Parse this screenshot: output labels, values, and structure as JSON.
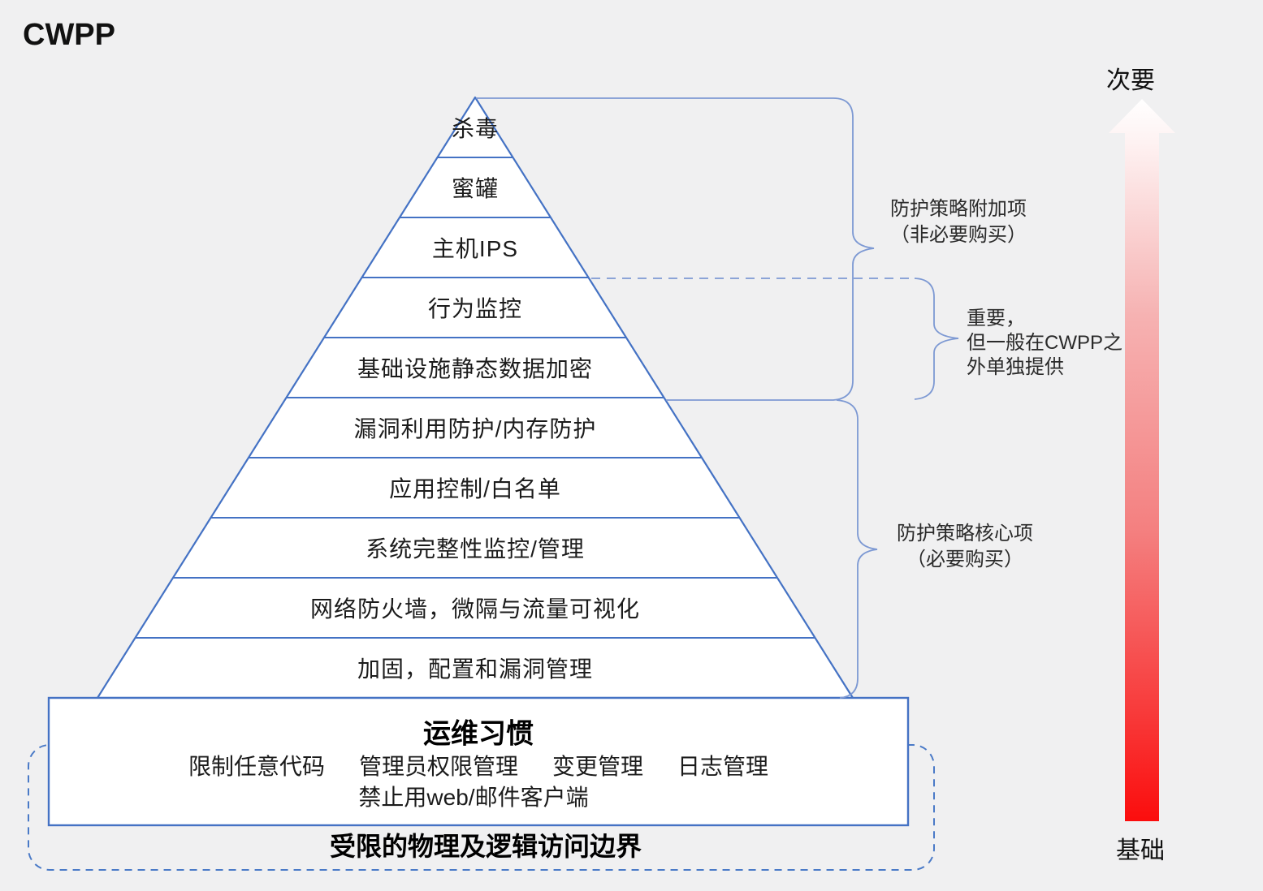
{
  "title": "CWPP",
  "pyramid": {
    "levels": [
      "杀毒",
      "蜜罐",
      "主机IPS",
      "行为监控",
      "基础设施静态数据加密",
      "漏洞利用防护/内存防护",
      "应用控制/白名单",
      "系统完整性监控/管理",
      "网络防火墙，微隔与流量可视化",
      "加固，配置和漏洞管理"
    ]
  },
  "base_box": {
    "title": "运维习惯",
    "items": [
      "限制任意代码",
      "管理员权限管理",
      "变更管理",
      "日志管理"
    ],
    "second_line": "禁止用web/邮件客户端"
  },
  "boundary": {
    "label": "受限的物理及逻辑访问边界"
  },
  "annotations": {
    "addon": {
      "line1": "防护策略附加项",
      "line2": "（非必要购买）"
    },
    "external": {
      "line1": "重要，",
      "line2": "但一般在CWPP之",
      "line3": "外单独提供"
    },
    "core": {
      "line1": "防护策略核心项",
      "line2": "（必要购买）"
    }
  },
  "axis": {
    "top_label": "次要",
    "bottom_label": "基础"
  },
  "colors": {
    "background": "#f0f0f1",
    "pyramid_stroke": "#4472c4",
    "connector_blue": "#7d99d3",
    "arrow_red": "#fb0d0d",
    "arrow_white": "#ffffff"
  }
}
